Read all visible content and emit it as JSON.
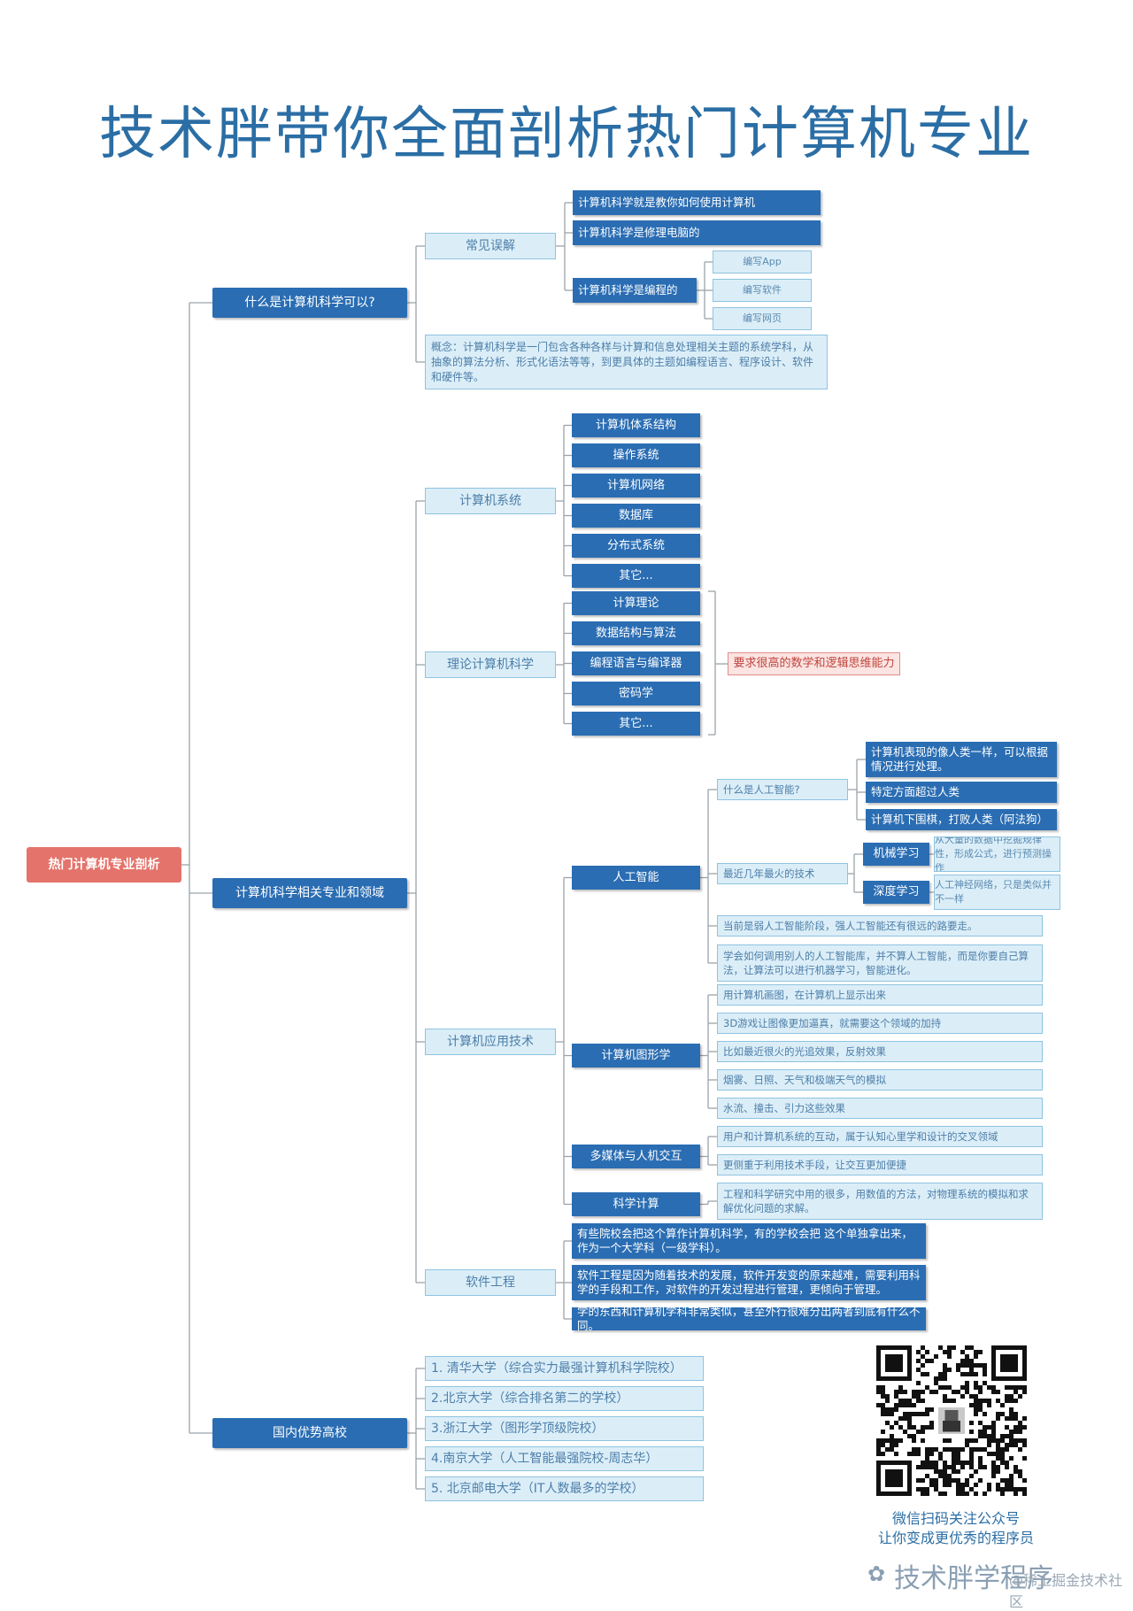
{
  "title": "技术胖带你全面剖析热门计算机专业",
  "root": "热门计算机专业剖析",
  "branches": [
    {
      "label": "什么是计算机科学可以?",
      "children": [
        {
          "label": "常见误解",
          "children": [
            {
              "label": "计算机科学就是教你如何使用计算机"
            },
            {
              "label": "计算机科学是修理电脑的"
            },
            {
              "label": "计算机科学是编程的",
              "children": [
                {
                  "label": "编写App"
                },
                {
                  "label": "编写软件"
                },
                {
                  "label": "编写网页"
                }
              ]
            }
          ]
        },
        {
          "label": "概念：计算机科学是一门包含各种各样与计算和信息处理相关主题的系统学科，从抽象的算法分析、形式化语法等等，到更具体的主题如编程语言、程序设计、软件和硬件等。"
        }
      ]
    },
    {
      "label": "计算机科学相关专业和领域",
      "children": [
        {
          "label": "计算机系统",
          "children": [
            {
              "label": "计算机体系结构"
            },
            {
              "label": "操作系统"
            },
            {
              "label": "计算机网络"
            },
            {
              "label": "数据库"
            },
            {
              "label": "分布式系统"
            },
            {
              "label": "其它..."
            }
          ]
        },
        {
          "label": "理论计算机科学",
          "note": "要求很高的数学和逻辑思维能力",
          "children": [
            {
              "label": "计算理论"
            },
            {
              "label": "数据结构与算法"
            },
            {
              "label": "编程语言与编译器"
            },
            {
              "label": "密码学"
            },
            {
              "label": "其它..."
            }
          ]
        },
        {
          "label": "计算机应用技术",
          "children": [
            {
              "label": "人工智能",
              "children": [
                {
                  "label": "什么是人工智能?",
                  "children": [
                    {
                      "label": "计算机表现的像人类一样，可以根据情况进行处理。"
                    },
                    {
                      "label": "特定方面超过人类"
                    },
                    {
                      "label": "计算机下围棋，打败人类（阿法狗）"
                    }
                  ]
                },
                {
                  "label": "最近几年最火的技术",
                  "children": [
                    {
                      "label": "机械学习",
                      "children": [
                        {
                          "label": "从大量的数据中挖掘规律性，形成公式，进行预测操作"
                        }
                      ]
                    },
                    {
                      "label": "深度学习",
                      "children": [
                        {
                          "label": "人工神经网络，只是类似并不一样"
                        }
                      ]
                    }
                  ]
                },
                {
                  "label": "当前是弱人工智能阶段，强人工智能还有很远的路要走。"
                },
                {
                  "label": "学会如何调用别人的人工智能库，并不算人工智能，而是你要自己算法，让算法可以进行机器学习，智能进化。"
                }
              ]
            },
            {
              "label": "计算机图形学",
              "children": [
                {
                  "label": "用计算机画图，在计算机上显示出来"
                },
                {
                  "label": "3D游戏让图像更加逼真，就需要这个领域的加持"
                },
                {
                  "label": "比如最近很火的光追效果，反射效果"
                },
                {
                  "label": "烟雾、日照、天气和极端天气的模拟"
                },
                {
                  "label": "水流、撞击、引力这些效果"
                }
              ]
            },
            {
              "label": "多媒体与人机交互",
              "children": [
                {
                  "label": "用户和计算机系统的互动，属于认知心里学和设计的交叉领域"
                },
                {
                  "label": "更侧重于利用技术手段，让交互更加便捷"
                }
              ]
            },
            {
              "label": "科学计算",
              "children": [
                {
                  "label": "工程和科学研究中用的很多，用数值的方法，对物理系统的模拟和求解优化问题的求解。"
                }
              ]
            }
          ]
        },
        {
          "label": "软件工程",
          "children": [
            {
              "label": "有些院校会把这个算作计算机科学，有的学校会把 这个单独拿出来，作为一个大学科（一级学科）。"
            },
            {
              "label": "软件工程是因为随着技术的发展，软件开发变的原来越难，需要利用科学的手段和工作，对软件的开发过程进行管理，更倾向于管理。"
            },
            {
              "label": "学的东西和计算机学科非常类似，甚至外行很难分出两者到底有什么不同。"
            }
          ]
        }
      ]
    },
    {
      "label": "国内优势高校",
      "children": [
        {
          "label": "1. 清华大学（综合实力最强计算机科学院校）"
        },
        {
          "label": "2.北京大学（综合排名第二的学校）"
        },
        {
          "label": "3.浙江大学（图形学顶级院校）"
        },
        {
          "label": "4.南京大学（人工智能最强院校-周志华）"
        },
        {
          "label": "5. 北京邮电大学（IT人数最多的学校）"
        }
      ]
    }
  ],
  "qr_caption_1": "微信扫码关注公众号",
  "qr_caption_2": "让你变成更优秀的程序员",
  "watermark": "技术胖学程序",
  "watermark_sub": "@稀土掘金技术社区",
  "colors": {
    "dark": "#2a6db3",
    "light": "#dbeef8",
    "root": "#e4736b",
    "line": "#9aa3ab",
    "title": "#2b6ea5"
  }
}
